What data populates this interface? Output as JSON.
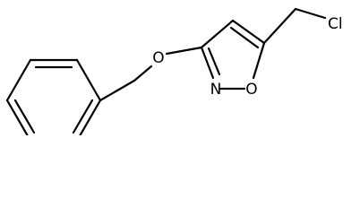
{
  "diagram": {
    "type": "chemical-structure",
    "atoms": {
      "oxygen_ether": "O",
      "nitrogen_ring": "N",
      "oxygen_ring": "O",
      "chlorine": "Cl"
    },
    "colors": {
      "bond": "#000000",
      "label": "#000000",
      "background": "#ffffff"
    }
  }
}
